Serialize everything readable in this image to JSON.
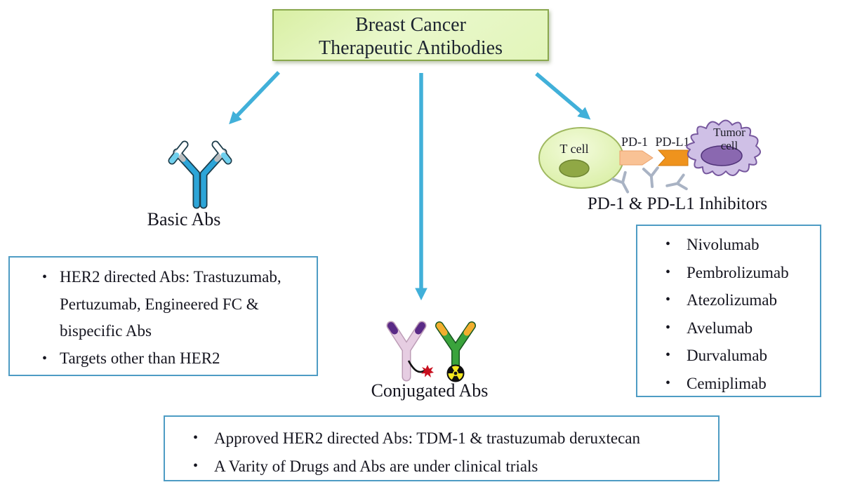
{
  "title": {
    "line1": "Breast Cancer",
    "line2": "Therapeutic Antibodies"
  },
  "basic": {
    "label": "Basic Abs",
    "bullets": [
      "HER2 directed Abs: Trastuzumab, Pertuzumab, Engineered FC & bispecific Abs",
      "Targets other than HER2"
    ]
  },
  "conjugated": {
    "label": "Conjugated Abs",
    "bullets": [
      "Approved HER2 directed Abs: TDM-1 & trastuzumab deruxtecan",
      "A Varity of Drugs and Abs are under clinical trials"
    ]
  },
  "inhibitors": {
    "label": "PD-1 & PD-L1 Inhibitors",
    "cells": {
      "t_cell": "T cell",
      "pd1": "PD-1",
      "pdl1": "PD-L1",
      "tumor_line1": "Tumor",
      "tumor_line2": "cell"
    },
    "drugs": [
      "Nivolumab",
      "Pembrolizumab",
      "Atezolizumab",
      "Avelumab",
      "Durvalumab",
      "Cemiplimab"
    ]
  },
  "colors": {
    "arrow": "#41b0d9",
    "box_border": "#4e9cc4",
    "title_fill": "#e2f5ba",
    "title_border": "#8aa84e",
    "antibody_blue": "#2ca5d8",
    "t_cell_fill": "#e3f3ae",
    "tumor_cell_fill": "#cfc0e6",
    "pd1_fill": "#f9c295",
    "pdl1_fill": "#ef931d",
    "conjugated_pink": "#e6cde2",
    "conjugated_green": "#3aa33c",
    "drug_payload_red": "#c80f1e",
    "radiation_yellow": "#f5e81e"
  }
}
